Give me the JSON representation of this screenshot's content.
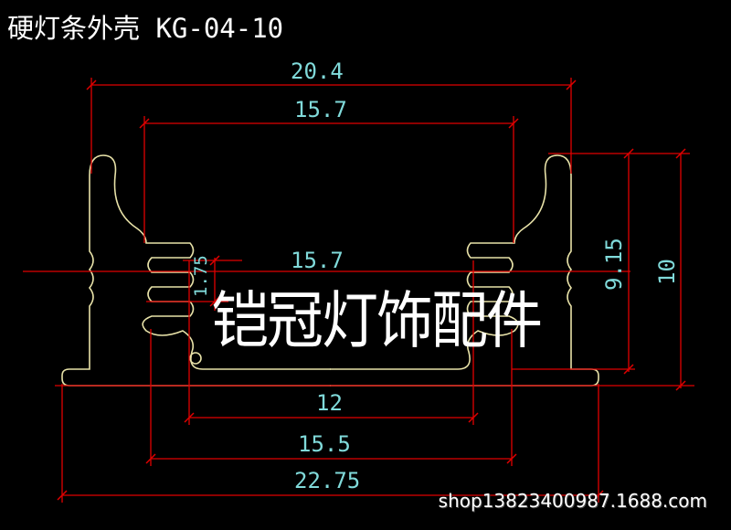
{
  "title": "硬灯条外壳 KG-04-10",
  "watermark": "铠冠灯饰配件",
  "shop_url": "shop13823400987.1688.com",
  "colors": {
    "outline": "#e8e2a8",
    "dimension_line": "#e00000",
    "dimension_text": "#80dada",
    "background": "#000000"
  },
  "dimensions": {
    "overall_top_width": "20.4",
    "inner_top_width": "15.7",
    "inner_mid_width": "15.7",
    "fin_pitch": "1.75",
    "base_inner_width": "12",
    "base_width": "15.5",
    "overall_width": "22.75",
    "inner_height": "9.15",
    "overall_height": "10"
  }
}
